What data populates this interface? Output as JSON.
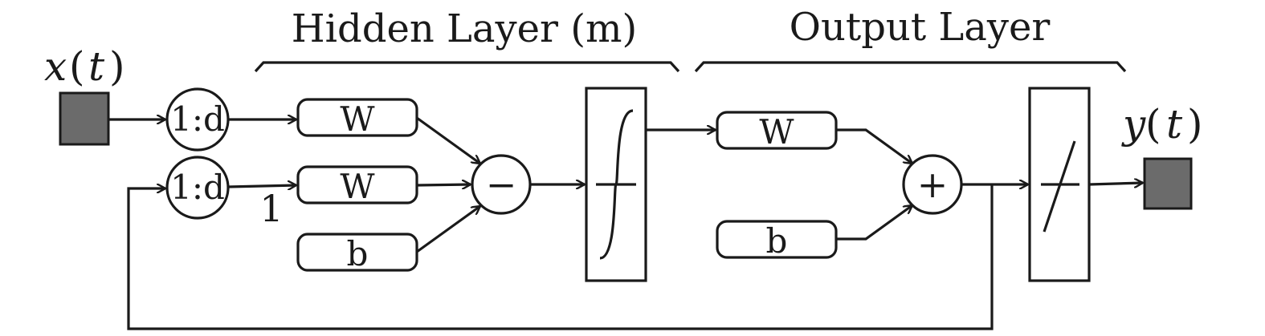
{
  "labels": {
    "hidden_layer_title": "Hidden Layer (m)",
    "output_layer_title": "Output Layer",
    "input_var": "x",
    "output_var": "y",
    "time_var": "t",
    "paren_open": "(",
    "paren_close": ")",
    "delay_input": "1:d",
    "delay_feedback": "1:d",
    "feedback_weight_label": "1",
    "hidden_weight_1": "W",
    "hidden_weight_2": "W",
    "hidden_bias": "b",
    "hidden_sum_op": "−",
    "output_weight": "W",
    "output_bias": "b",
    "output_sum_op": "+"
  },
  "icons": {
    "hidden_transfer": "sigmoid-icon",
    "output_transfer": "linear-icon"
  },
  "colors": {
    "io_fill": "#6b6b6b",
    "line": "#1a1a1a"
  }
}
